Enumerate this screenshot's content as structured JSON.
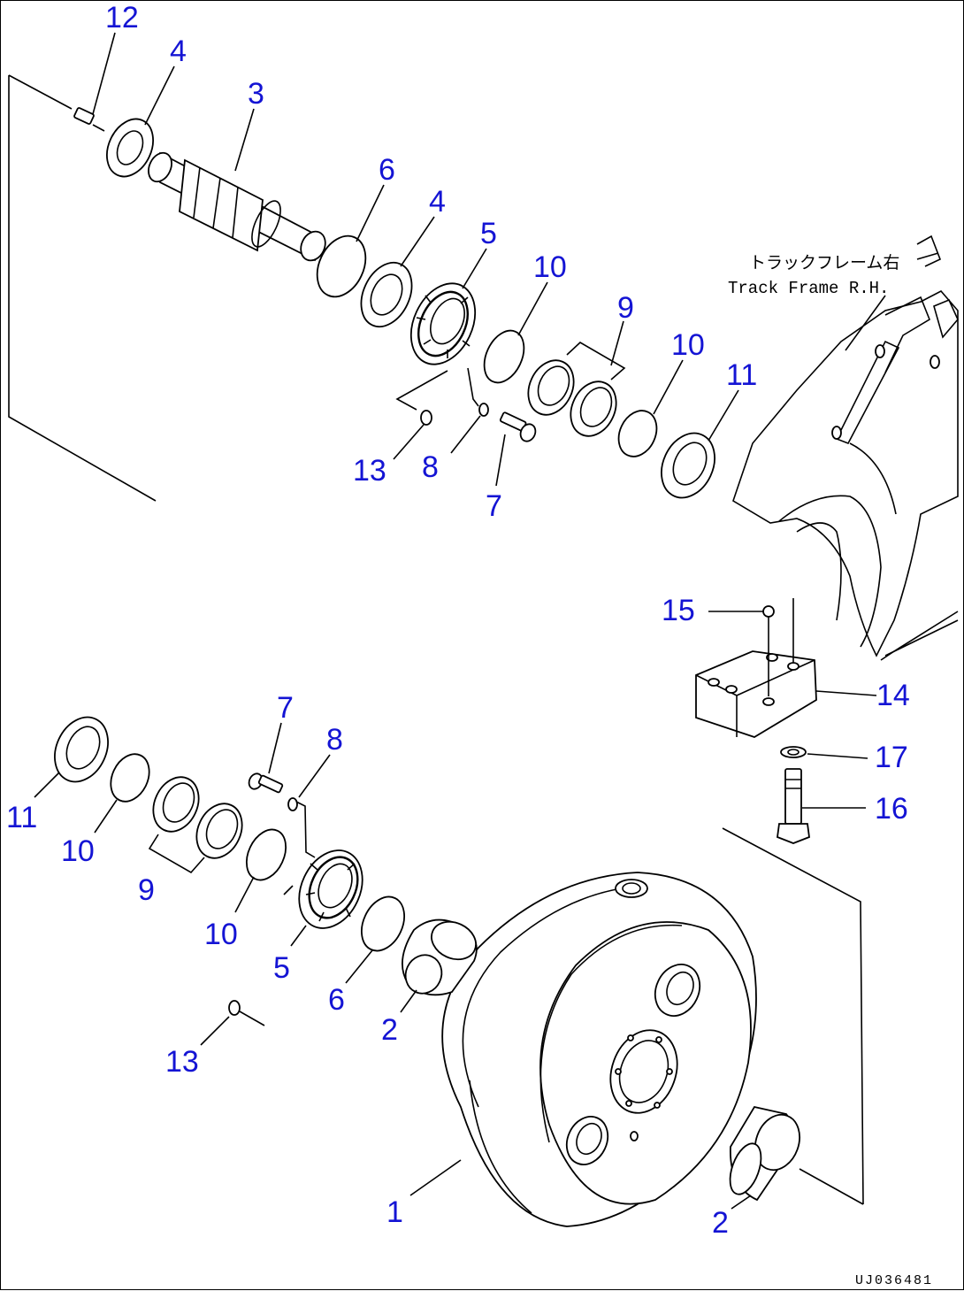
{
  "diagram": {
    "callouts": [
      {
        "id": "c12a",
        "text": "12"
      },
      {
        "id": "c4a",
        "text": "4"
      },
      {
        "id": "c3",
        "text": "3"
      },
      {
        "id": "c6a",
        "text": "6"
      },
      {
        "id": "c4b",
        "text": "4"
      },
      {
        "id": "c5a",
        "text": "5"
      },
      {
        "id": "c10a",
        "text": "10"
      },
      {
        "id": "c9a",
        "text": "9"
      },
      {
        "id": "c10b",
        "text": "10"
      },
      {
        "id": "c11a",
        "text": "11"
      },
      {
        "id": "c13a",
        "text": "13"
      },
      {
        "id": "c8a",
        "text": "8"
      },
      {
        "id": "c7a",
        "text": "7"
      },
      {
        "id": "c15",
        "text": "15"
      },
      {
        "id": "c14",
        "text": "14"
      },
      {
        "id": "c7b",
        "text": "7"
      },
      {
        "id": "c8b",
        "text": "8"
      },
      {
        "id": "c17",
        "text": "17"
      },
      {
        "id": "c16",
        "text": "16"
      },
      {
        "id": "c11b",
        "text": "11"
      },
      {
        "id": "c10c",
        "text": "10"
      },
      {
        "id": "c9b",
        "text": "9"
      },
      {
        "id": "c10d",
        "text": "10"
      },
      {
        "id": "c5b",
        "text": "5"
      },
      {
        "id": "c6b",
        "text": "6"
      },
      {
        "id": "c2a",
        "text": "2"
      },
      {
        "id": "c13b",
        "text": "13"
      },
      {
        "id": "c1",
        "text": "1"
      },
      {
        "id": "c2b",
        "text": "2"
      }
    ],
    "frame_label_jp": "トラックフレーム右",
    "frame_label_en": "Track Frame R.H.",
    "drawing_id": "UJ036481",
    "callout_color": "#1414d4"
  }
}
